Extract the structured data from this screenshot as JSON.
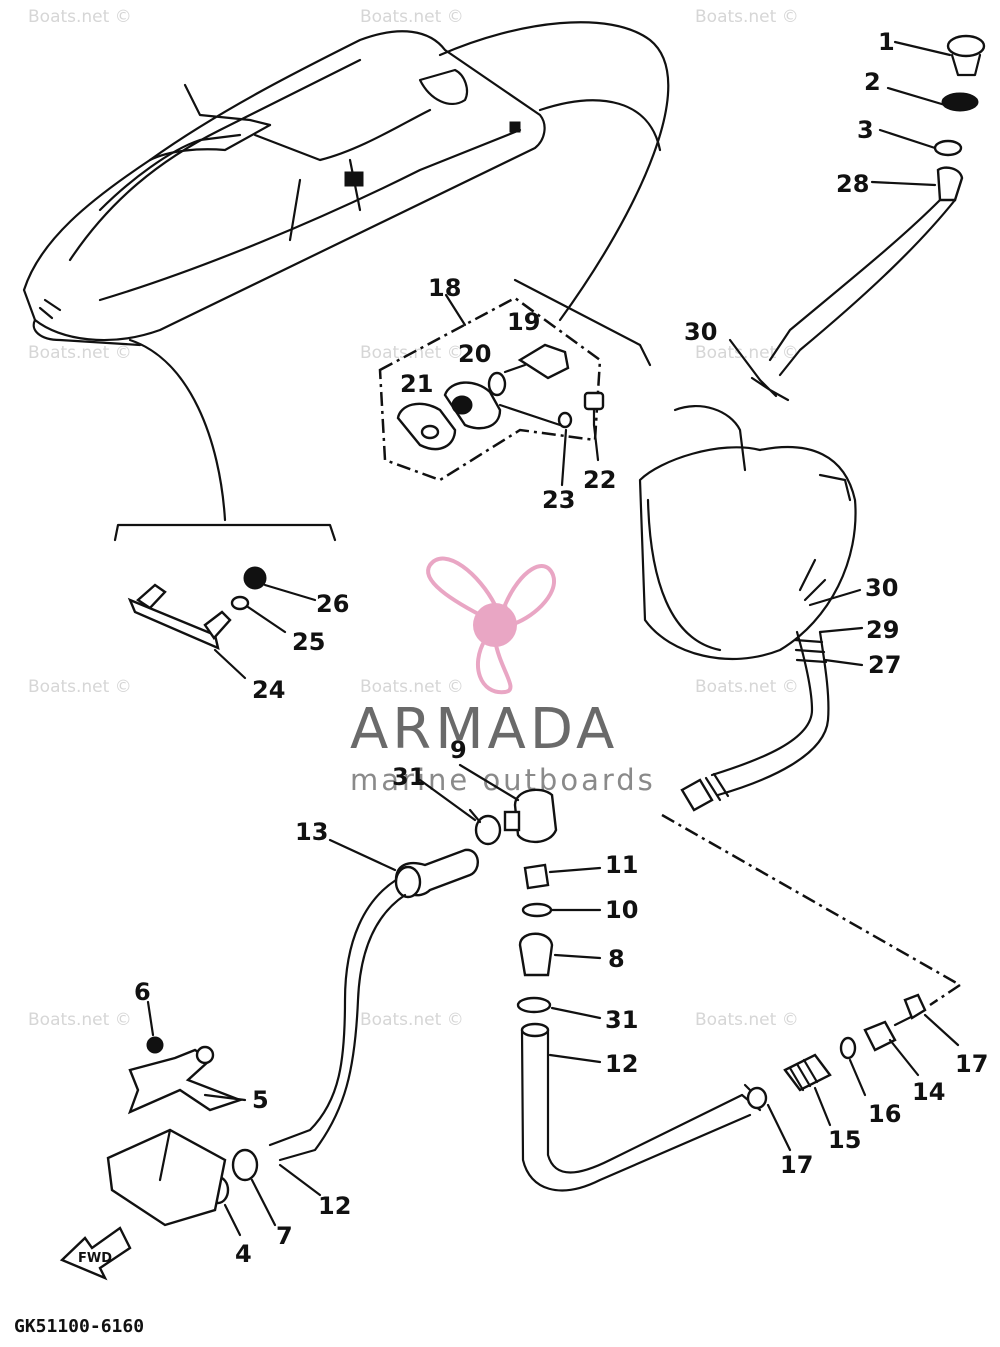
{
  "diagram_id": "GK51100-6160",
  "watermark": "Boats.net ©",
  "brand": {
    "name": "ARMADA",
    "tagline": "marine outboards",
    "logo_color": "#e9a6c4",
    "text_color": "#6a6a6a"
  },
  "fwd_label": "FWD",
  "callouts": [
    {
      "n": "1"
    },
    {
      "n": "2"
    },
    {
      "n": "3"
    },
    {
      "n": "28"
    },
    {
      "n": "30"
    },
    {
      "n": "18"
    },
    {
      "n": "19"
    },
    {
      "n": "20"
    },
    {
      "n": "21"
    },
    {
      "n": "23"
    },
    {
      "n": "22"
    },
    {
      "n": "26"
    },
    {
      "n": "25"
    },
    {
      "n": "24"
    },
    {
      "n": "30"
    },
    {
      "n": "29"
    },
    {
      "n": "27"
    },
    {
      "n": "9"
    },
    {
      "n": "31"
    },
    {
      "n": "13"
    },
    {
      "n": "11"
    },
    {
      "n": "10"
    },
    {
      "n": "8"
    },
    {
      "n": "31"
    },
    {
      "n": "12"
    },
    {
      "n": "6"
    },
    {
      "n": "5"
    },
    {
      "n": "4"
    },
    {
      "n": "7"
    },
    {
      "n": "12"
    },
    {
      "n": "17"
    },
    {
      "n": "14"
    },
    {
      "n": "16"
    },
    {
      "n": "15"
    },
    {
      "n": "17"
    }
  ]
}
